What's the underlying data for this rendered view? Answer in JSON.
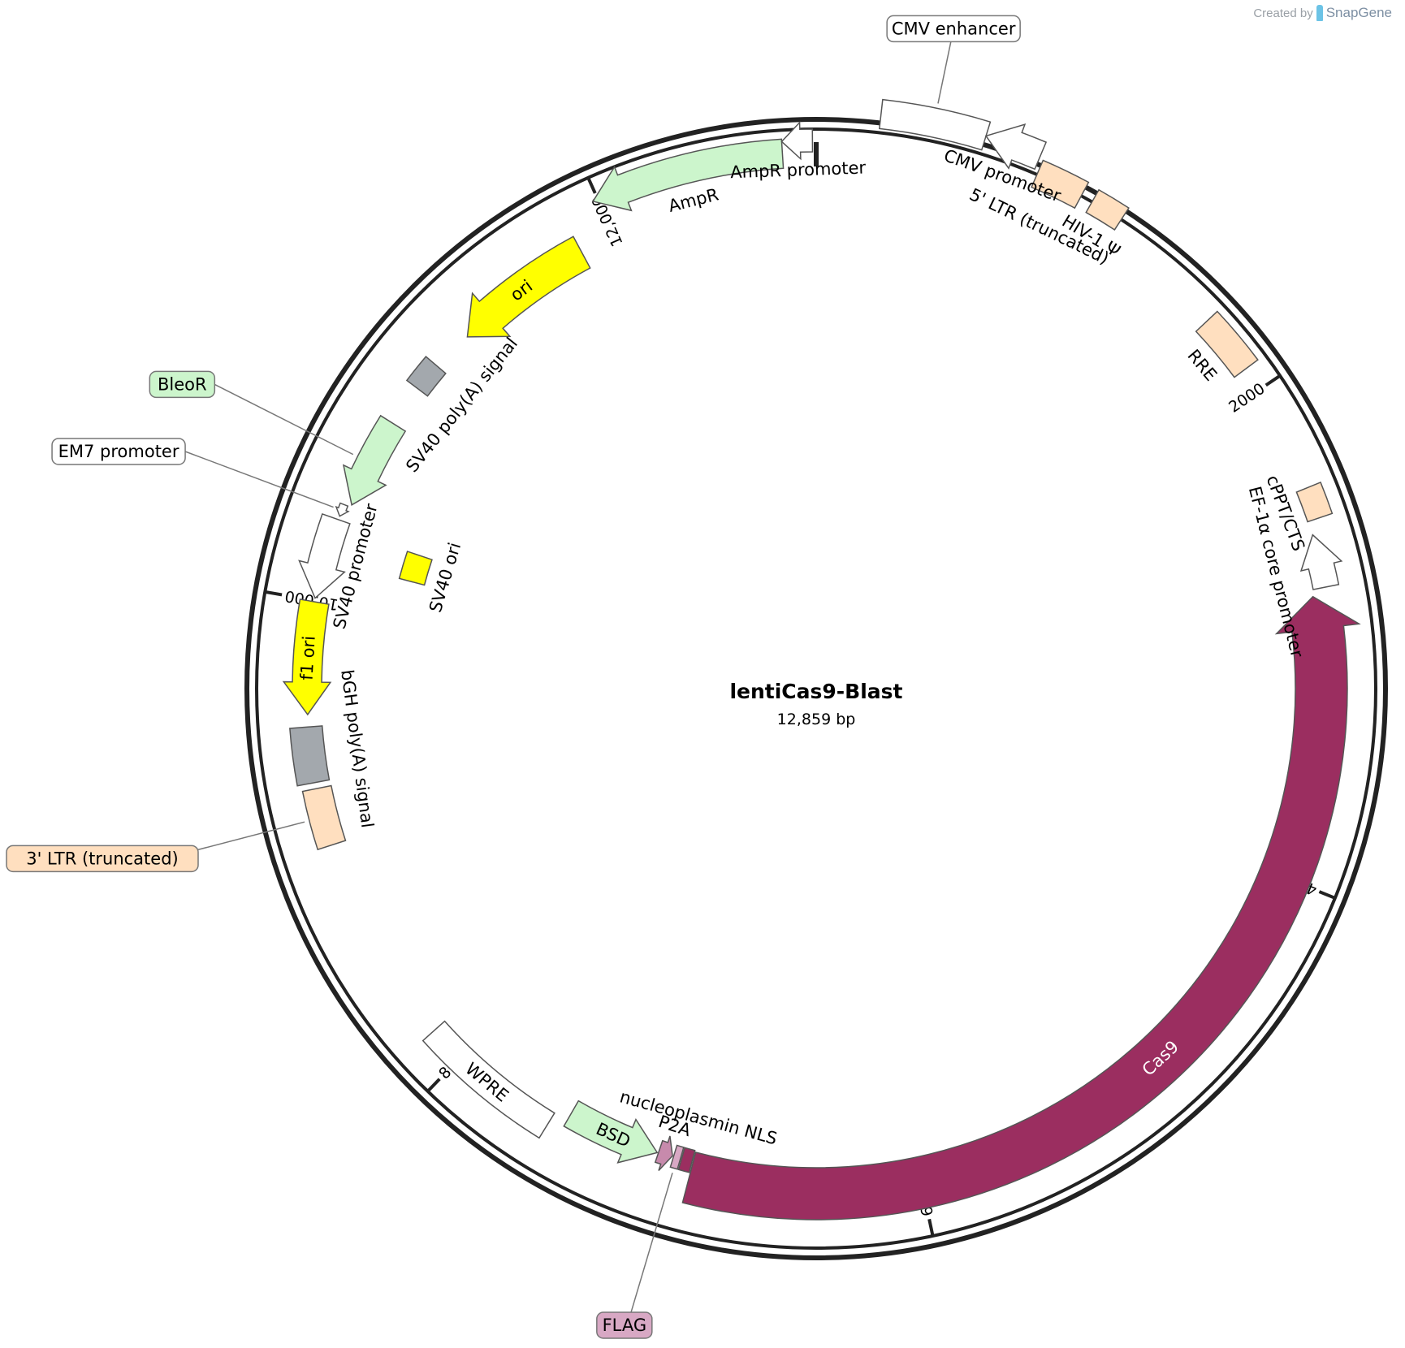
{
  "credit": {
    "prefix": "Created by",
    "brand": "SnapGene"
  },
  "plasmid": {
    "name": "lentiCas9-Blast",
    "length": 12859,
    "length_label": "12,859 bp"
  },
  "ticks": [
    {
      "bp": 2000,
      "label": "2000"
    },
    {
      "bp": 4000,
      "label": "4000"
    },
    {
      "bp": 6000,
      "label": "6000"
    },
    {
      "bp": 8000,
      "label": "8000"
    },
    {
      "bp": 10000,
      "label": "10,000"
    },
    {
      "bp": 12000,
      "label": "12,000"
    }
  ],
  "features": [
    {
      "id": "cmv-enhancer",
      "label": "CMV enhancer",
      "start": 230,
      "end": 610,
      "dir": 0,
      "type": "box",
      "color": "#ffffff",
      "label_style": "callout"
    },
    {
      "id": "cmv-promoter",
      "label": "CMV promoter",
      "start": 610,
      "end": 815,
      "dir": 1,
      "type": "arrow",
      "color": "#ffffff",
      "label_style": "inner"
    },
    {
      "id": "ltr5",
      "label": "5' LTR (truncated)",
      "start": 830,
      "end": 1010,
      "dir": 0,
      "type": "box",
      "color": "#ffdfbf",
      "label_style": "inner-far"
    },
    {
      "id": "hiv-psi",
      "label": "HIV-1 Ψ",
      "start": 1055,
      "end": 1180,
      "dir": 0,
      "type": "box",
      "color": "#ffdfbf",
      "label_style": "inner"
    },
    {
      "id": "rre",
      "label": "RRE",
      "start": 1670,
      "end": 1905,
      "dir": 0,
      "type": "box",
      "color": "#ffdfbf",
      "label_style": "inner"
    },
    {
      "id": "cppt",
      "label": "cPPT/CTS",
      "start": 2420,
      "end": 2545,
      "dir": 0,
      "type": "box",
      "color": "#ffdfbf",
      "label_style": "inner"
    },
    {
      "id": "ef1a",
      "label": "EF-1α core promoter",
      "start": 2600,
      "end": 2812,
      "dir": 1,
      "type": "arrow",
      "color": "#ffffff",
      "label_style": "inner-far"
    },
    {
      "id": "cas9",
      "label": "Cas9",
      "start": 2840,
      "end": 6950,
      "dir": 1,
      "type": "arrow",
      "color": "#9b2e60",
      "label_style": "inside"
    },
    {
      "id": "nls",
      "label": "nucleoplasmin NLS",
      "start": 6955,
      "end": 7000,
      "dir": 0,
      "type": "box",
      "color": "#9b2e60",
      "label_style": "inner-far"
    },
    {
      "id": "flag",
      "label": "FLAG",
      "start": 7005,
      "end": 7035,
      "dir": 0,
      "type": "box",
      "color": "#d8a8c4",
      "label_style": "callout"
    },
    {
      "id": "p2a",
      "label": "P2A",
      "start": 7040,
      "end": 7100,
      "dir": 1,
      "type": "arrow",
      "color": "#c78aac",
      "label_style": "inner"
    },
    {
      "id": "bsd",
      "label": "BSD",
      "start": 7105,
      "end": 7500,
      "dir": 1,
      "type": "arrow",
      "color": "#ccf5cc",
      "label_style": "inside"
    },
    {
      "id": "wpre",
      "label": "WPRE",
      "start": 7560,
      "end": 8150,
      "dir": 0,
      "type": "box",
      "color": "#ffffff",
      "label_style": "inside"
    },
    {
      "id": "ltr3",
      "label": "3' LTR (truncated)",
      "start": 9005,
      "end": 9240,
      "dir": 0,
      "type": "box",
      "color": "#ffdfbf",
      "label_style": "callout"
    },
    {
      "id": "bgh",
      "label": "bGH poly(A) signal",
      "start": 9265,
      "end": 9490,
      "dir": 0,
      "type": "box",
      "color": "#a3a8ad",
      "label_style": "inner-far"
    },
    {
      "id": "f1ori",
      "label": "f1 ori",
      "start": 9540,
      "end": 9995,
      "dir": 1,
      "type": "arrow",
      "color": "#ffff00",
      "label_style": "inside"
    },
    {
      "id": "sv40-prom",
      "label": "SV40 promoter",
      "start": 10010,
      "end": 10340,
      "dir": 1,
      "type": "arrow",
      "color": "#ffffff",
      "label_style": "inner"
    },
    {
      "id": "em7",
      "label": "EM7 promoter",
      "start": 10355,
      "end": 10405,
      "dir": 1,
      "type": "arrow",
      "color": "#ffffff",
      "label_style": "callout"
    },
    {
      "id": "bleor",
      "label": "BleoR",
      "start": 10415,
      "end": 10790,
      "dir": 1,
      "type": "arrow",
      "color": "#ccf5cc",
      "label_style": "callout"
    },
    {
      "id": "sv40-pa",
      "label": "SV40 poly(A) signal",
      "start": 10965,
      "end": 11087,
      "dir": 0,
      "type": "box",
      "color": "#a3a8ad",
      "label_style": "inner-far"
    },
    {
      "id": "ori",
      "label": "ori",
      "start": 11260,
      "end": 11850,
      "dir": 1,
      "type": "arrow",
      "color": "#ffff00",
      "label_style": "inside"
    },
    {
      "id": "ampr",
      "label": "AmpR",
      "start": 11980,
      "end": 12730,
      "dir": 1,
      "type": "arrow",
      "color": "#ccf5cc",
      "label_style": "inner"
    },
    {
      "id": "ampr-prom",
      "label": "AmpR promoter",
      "start": 12730,
      "end": 12845,
      "dir": 1,
      "type": "arrow",
      "color": "#ffffff",
      "label_style": "inner"
    },
    {
      "id": "sv40-ori",
      "label": "SV40 ori",
      "start": 10173,
      "end": 10307,
      "dir": 0,
      "type": "box",
      "color": "#ffff00",
      "label_style": "inner"
    }
  ]
}
